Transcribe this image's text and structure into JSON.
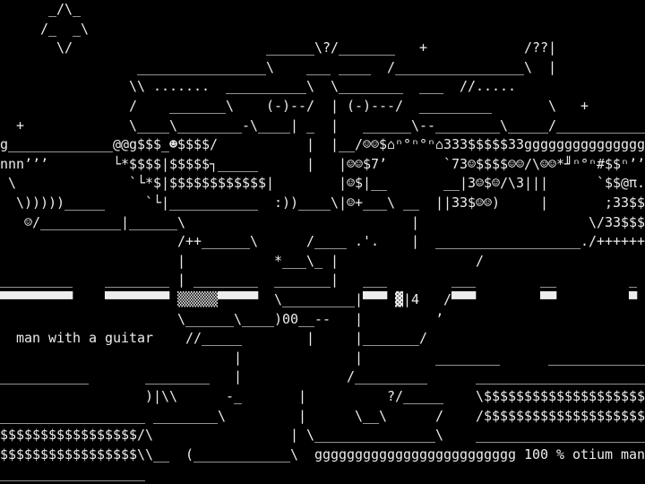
{
  "title_text": "man with a guitar",
  "status_text": "100 % otium man",
  "colors": {
    "background": "#000000",
    "foreground": "#ececec"
  },
  "rows": [
    "      _/\\_",
    "     /_  _\\",
    "       \\/                        ______\\?/_______   +            /??|",
    "                 ________________\\    ___ ____  /________________\\  |",
    "                \\\\ .......  __________\\  \\________  ___  //.....",
    "                /    _______\\    (-)--/  | (-)---/  _________       \\   +",
    "  +             \\____\\________-\\____| _  |   ______\\--________\\_____/___________",
    "g_____________@@g$$$_☻$$$$/           |  |__/☺☺$⌂ⁿ°ⁿ°ⁿ⌂333$$$$$33ggggggggggggggg",
    "nnn’’’        └*$$$$|$$$$$┐_____      |   |☺☺$7’       `73☺$$$$☺☺/\\☺☺*╜ⁿ°ⁿ#$$ⁿ’’",
    " \\              `└*$|$$$$$$$$$$$$|        |☺$|__       __|3☺$☺/\\3|||      `$$@π.",
    "  \\)))))_____     `└|___________  :))____\\|☺+___\\ __  ||33$☺☺)     |       ;33$$",
    "   ☺/__________|______\\                            |                     \\/33$$$",
    "                      /++______\\      /____ .'.    |  __________________./++++++",
    "                      |           *___\\_ |                 /",
    "_________    ________ | ________  _______|   ___        ___        __         _",
    "▀▀▀▀▀▀▀▀▀    ▀▀▀▀▀▀▀▀ ▒▒▒▒▒▀▀▀▀▀  \\_________|▀▀▀ ▓|4   /▀▀▀        ▀▀         ▀",
    "                      \\______\\____)00__--   |         ’",
    "  man with a guitar    //_____        |     |_______/",
    "                             |              |         ________      ____________",
    "___________       ________   |             /_________      _____________________",
    "                  )|\\\\      -_       |          ?/_____    \\$$$$$$$$$$$$$$$$$$$$",
    "__________________ ________\\         |      \\__\\      /    /$$$$$$$$$$$$$$$$$$$$",
    "$$$$$$$$$$$$$$$$$/\\                 | \\_______________\\    _____________________",
    "$$$$$$$$$$$$$$$$$\\\\__  (____________\\  ggggggggggggggggggggggggg 100 % otium man",
    "__________________"
  ]
}
